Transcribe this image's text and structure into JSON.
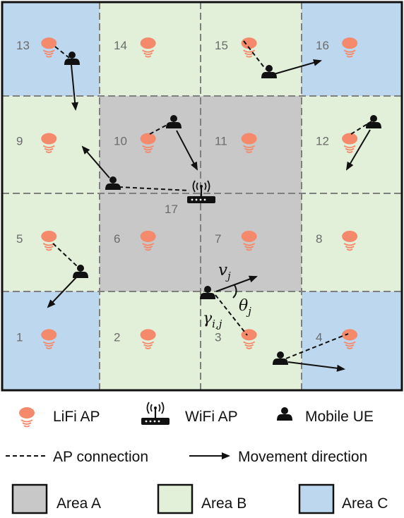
{
  "colors": {
    "area_a": "#c8c8c8",
    "area_b": "#e2efd9",
    "area_c": "#bdd7ee",
    "lifi_ap": "#f4896b",
    "border": "#111111",
    "grid_line": "#7f7f7f"
  },
  "cells": [
    {
      "num": "13",
      "area": "c"
    },
    {
      "num": "14",
      "area": "b"
    },
    {
      "num": "15",
      "area": "b"
    },
    {
      "num": "16",
      "area": "c"
    },
    {
      "num": "9",
      "area": "b"
    },
    {
      "num": "10",
      "area": "a"
    },
    {
      "num": "11",
      "area": "a"
    },
    {
      "num": "12",
      "area": "b"
    },
    {
      "num": "5",
      "area": "b"
    },
    {
      "num": "6",
      "area": "a"
    },
    {
      "num": "7",
      "area": "a"
    },
    {
      "num": "8",
      "area": "b"
    },
    {
      "num": "1",
      "area": "c"
    },
    {
      "num": "2",
      "area": "b"
    },
    {
      "num": "3",
      "area": "b"
    },
    {
      "num": "4",
      "area": "c"
    }
  ],
  "wifi_ap": {
    "num": "17"
  },
  "annotations": {
    "velocity": "v",
    "velocity_sub": "j",
    "angle": "θ",
    "angle_sub": "j",
    "distance": "γ",
    "distance_sub": "i,j"
  },
  "legend": {
    "lifi_ap": "LiFi AP",
    "wifi_ap": "WiFi AP",
    "mobile_ue": "Mobile UE",
    "ap_connection": "AP connection",
    "movement_direction": "Movement direction",
    "area_a": "Area A",
    "area_b": "Area B",
    "area_c": "Area C"
  },
  "icons": {
    "lifi_ap": "lifi-ap-icon",
    "wifi_ap": "wifi-router-icon",
    "mobile_ue": "mobile-user-icon"
  }
}
